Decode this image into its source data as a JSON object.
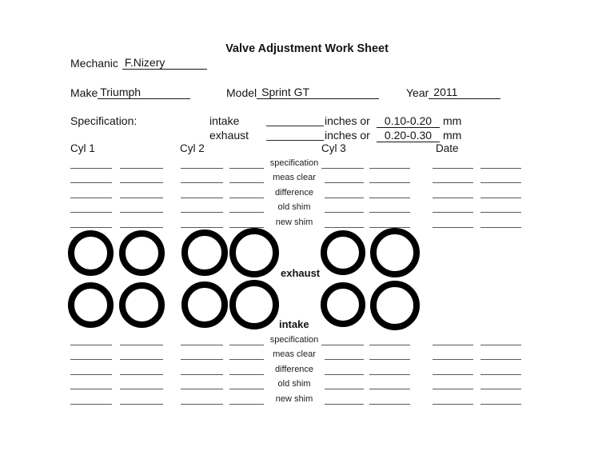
{
  "title": "Valve Adjustment Work Sheet",
  "mechanic": {
    "label": "Mechanic",
    "value": "F.Nizery"
  },
  "vehicle": {
    "make_label": "Make",
    "make_value": "Triumph",
    "model_label": "Model",
    "model_value": "Sprint GT",
    "year_label": "Year",
    "year_value": "2011"
  },
  "specification": {
    "heading": "Specification:",
    "rows": [
      {
        "name": "intake",
        "or_label": "inches or",
        "mm_value": "0.10-0.20",
        "mm_unit": "mm"
      },
      {
        "name": "exhaust",
        "or_label": "inches or",
        "mm_value": "0.20-0.30",
        "mm_unit": "mm"
      }
    ]
  },
  "columns": {
    "cyl1": "Cyl 1",
    "cyl2": "Cyl 2",
    "cyl3": "Cyl 3",
    "date": "Date"
  },
  "measurement_rows": [
    "specification",
    "meas clear",
    "difference",
    "old shim",
    "new shim"
  ],
  "valves": {
    "exhaust_label": "exhaust",
    "intake_label": "intake"
  }
}
